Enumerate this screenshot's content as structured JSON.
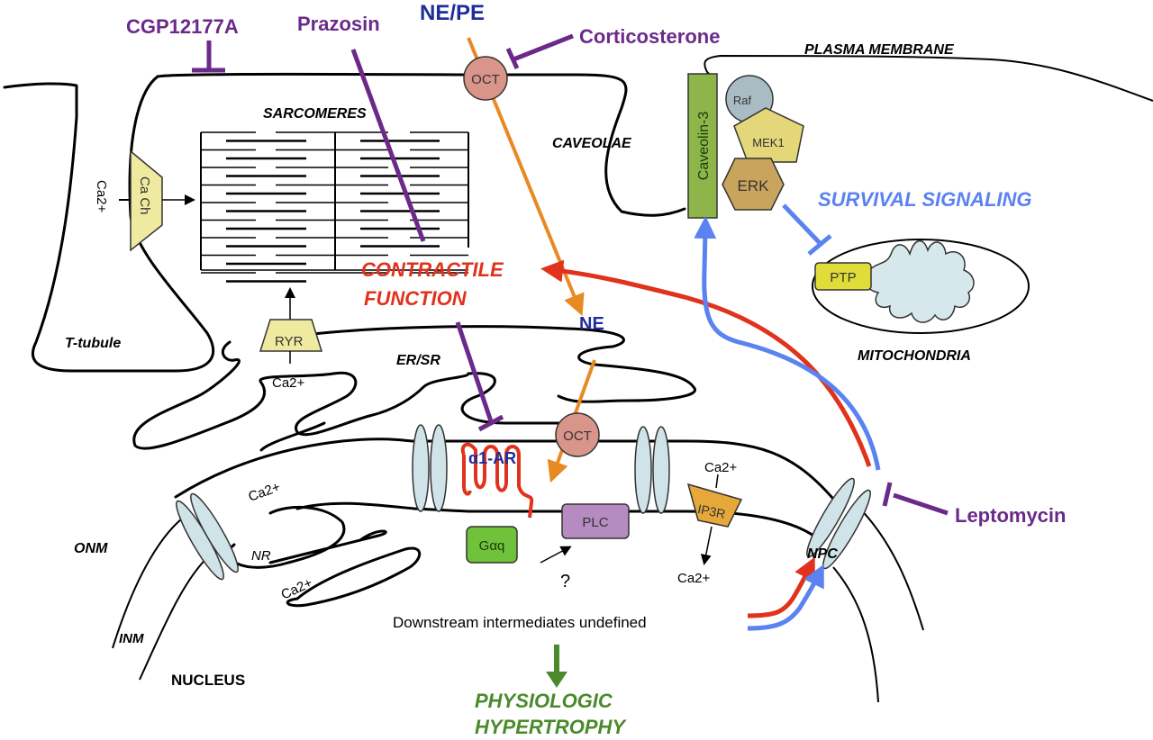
{
  "colors": {
    "drug": "#6b2a8a",
    "ne_blue": "#1f2d9a",
    "contractile_red": "#e0321c",
    "survival_blue": "#5a82f0",
    "hypertrophy_green": "#4a8a2a",
    "orange_path": "#e88a24",
    "oct_fill": "#d9958a",
    "channel_fill": "#f0eaa0",
    "pore_fill": "#cfe3e8",
    "caveolin_fill": "#8db54a",
    "raf_fill": "#a9bcc4",
    "mek_fill": "#e3d77a",
    "erk_fill": "#c9a45c",
    "ptp_fill": "#e0dc3a",
    "gaq_fill": "#6fc23a",
    "plc_fill": "#b68bc2",
    "ip3r_fill": "#e6a83a",
    "mito_fill": "#d6e8ec"
  },
  "drugs": {
    "cgp": "CGP12177A",
    "prazosin": "Prazosin",
    "corticosterone": "Corticosterone",
    "leptomycin": "Leptomycin"
  },
  "ligands": {
    "ne_pe": "NE/PE",
    "ne": "NE"
  },
  "structures": {
    "plasma_membrane": "PLASMA MEMBRANE",
    "caveolae": "CAVEOLAE",
    "sarcomeres": "SARCOMERES",
    "t_tubule": "T-tubule",
    "er_sr": "ER/SR",
    "mitochondria": "MITOCHONDRIA",
    "onm": "ONM",
    "inm": "INM",
    "nr": "NR",
    "nucleus": "NUCLEUS",
    "npc": "NPC"
  },
  "proteins": {
    "oct": "OCT",
    "ca_ch": "Ca Ch",
    "ryr": "RYR",
    "caveolin": "Caveolin-3",
    "raf": "Raf",
    "mek1": "MEK1",
    "erk": "ERK",
    "ptp": "PTP",
    "a1ar": "α1-AR",
    "gaq": "Gαq",
    "plc": "PLC",
    "ip3r": "IP3R"
  },
  "ions": {
    "ca": "Ca2+"
  },
  "outcomes": {
    "contractile_line1": "CONTRACTILE",
    "contractile_line2": "FUNCTION",
    "survival": "SURVIVAL SIGNALING",
    "hypertrophy_line1": "PHYSIOLOGIC",
    "hypertrophy_line2": "HYPERTROPHY",
    "downstream": "Downstream intermediates undefined",
    "unknown": "?"
  }
}
